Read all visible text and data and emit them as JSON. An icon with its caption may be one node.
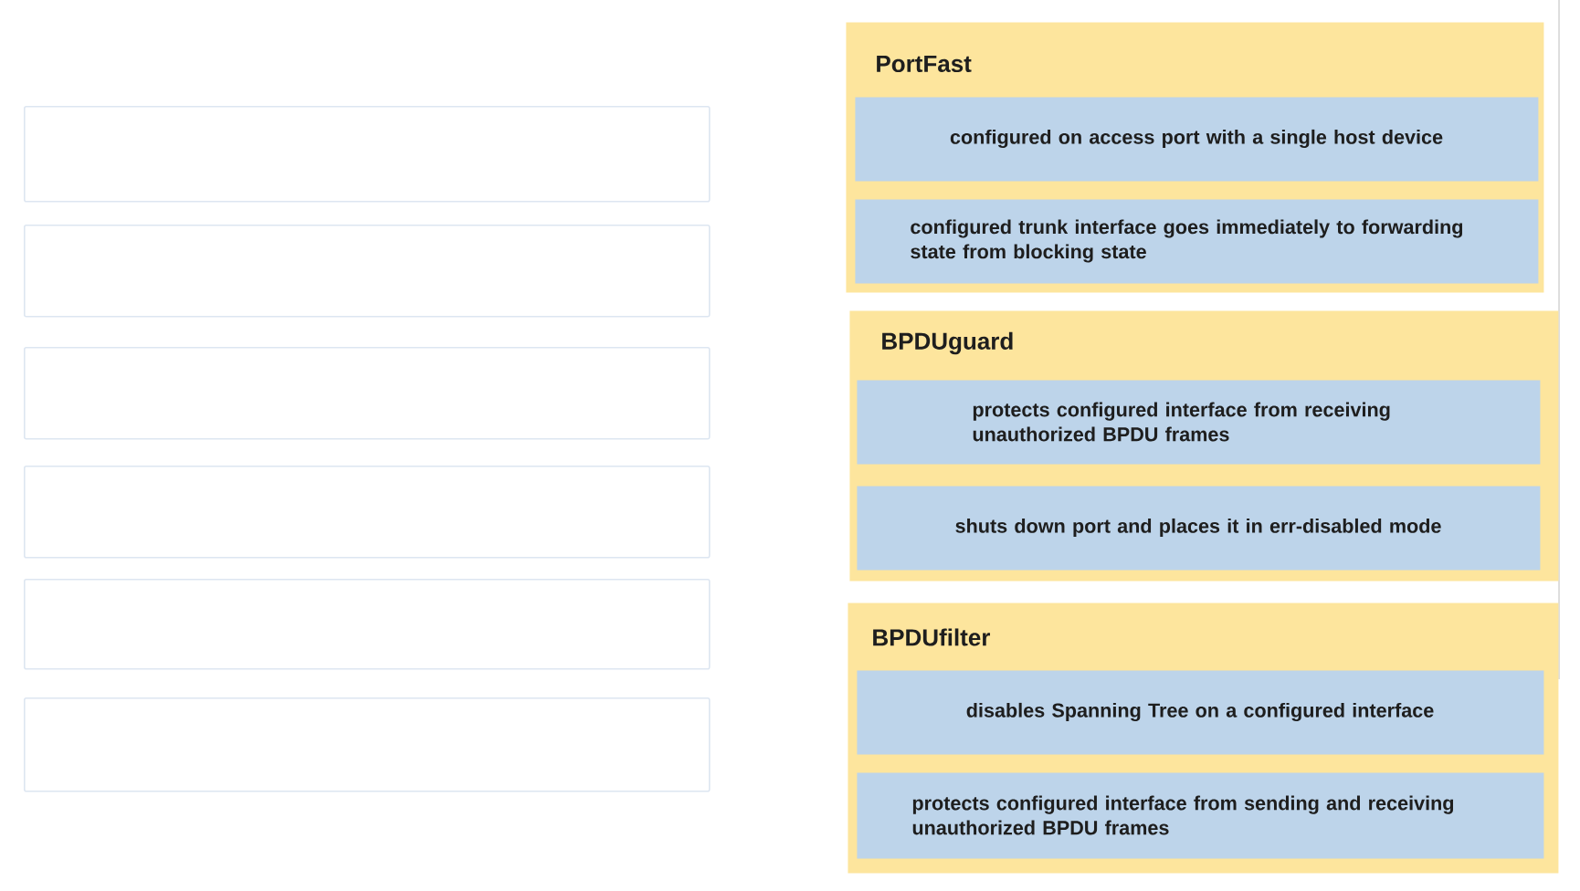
{
  "diagram": {
    "nodes": [
      {
        "text": [],
        "shape": "box"
      },
      {
        "text": [],
        "shape": "box"
      },
      {
        "text": [],
        "shape": "box"
      },
      {
        "text": [],
        "shape": "box"
      },
      {
        "text": [],
        "shape": "box"
      },
      {
        "text": [],
        "shape": "box"
      },
      {
        "text": [
          "PortFast"
        ]
      },
      {
        "text": [
          "configured on access port with a single host device"
        ],
        "in": 6
      },
      {
        "text": [
          "configured trunk interface goes immediately to forwarding state from blocking state"
        ],
        "in": 6
      },
      {
        "text": [
          "BPDUguard"
        ]
      },
      {
        "text": [
          "protects configured interface from receiving unauthorized BPDU frames"
        ],
        "in": 9
      },
      {
        "text": [
          "shuts down port and places it in err-disabled mode"
        ],
        "in": 9
      },
      {
        "text": [
          "BPDUfilter"
        ]
      },
      {
        "text": [
          "disables Spanning Tree on a configured interface"
        ],
        "in": 12
      },
      {
        "text": [
          "protects configured interface from sending and receiving unauthorized BPDU frames"
        ],
        "in": 12
      }
    ]
  }
}
